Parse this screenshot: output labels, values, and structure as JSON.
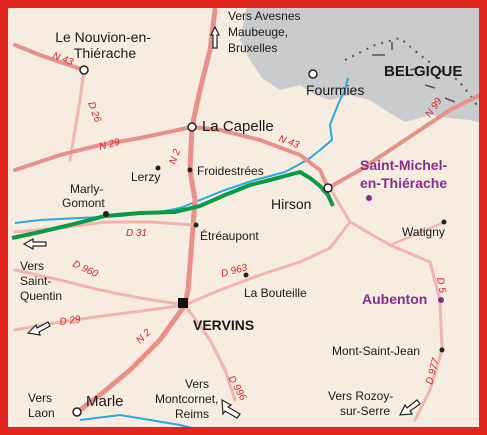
{
  "map": {
    "country": "BELGIQUE",
    "colors": {
      "frame": "#e2261f",
      "land_france": "#f6ecdf",
      "land_belgium": "#c9cbcd",
      "road_main": "#e9908a",
      "road_secondary": "#f2b5ad",
      "river": "#29a9e0",
      "green_route": "#0a9a48",
      "label_red": "#d2232a",
      "label_purple": "#8b2c8b",
      "border_dots": "#555555"
    },
    "towns": [
      {
        "id": "nouvion",
        "name": "Le Nouvion-en-Thiérache"
      },
      {
        "id": "la-capelle",
        "name": "La Capelle"
      },
      {
        "id": "lerzy",
        "name": "Lerzy"
      },
      {
        "id": "froidestrees",
        "name": "Froidestrées"
      },
      {
        "id": "marly-gomont",
        "name": "Marly-Gomont"
      },
      {
        "id": "etreaupont",
        "name": "Étréaupont"
      },
      {
        "id": "hirson",
        "name": "Hirson"
      },
      {
        "id": "fourmies",
        "name": "Fourmies"
      },
      {
        "id": "watigny",
        "name": "Watigny"
      },
      {
        "id": "la-bouteille",
        "name": "La Bouteille"
      },
      {
        "id": "vervins",
        "name": "VERVINS"
      },
      {
        "id": "mont-saint-jean",
        "name": "Mont-Saint-Jean"
      },
      {
        "id": "marle",
        "name": "Marle"
      },
      {
        "id": "saint-michel",
        "name": "Saint-Michel-en-Thiérache"
      },
      {
        "id": "aubenton",
        "name": "Aubenton"
      }
    ],
    "roads": [
      "N 43",
      "D 26",
      "N 29",
      "N 2",
      "N 43",
      "D 31",
      "D 960",
      "D 963",
      "D 29",
      "N 2",
      "D 996",
      "D 5",
      "D 977",
      "N 99"
    ],
    "directions": [
      {
        "id": "avesnes",
        "text": "Vers Avesnes Maubeuge, Bruxelles"
      },
      {
        "id": "saint-quentin",
        "text": "Vers Saint-Quentin"
      },
      {
        "id": "laon",
        "text": "Vers Laon"
      },
      {
        "id": "montcornet",
        "text": "Vers Montcornet, Reims"
      },
      {
        "id": "rozoy",
        "text": "Vers Rozoy-sur-Serre"
      }
    ]
  }
}
